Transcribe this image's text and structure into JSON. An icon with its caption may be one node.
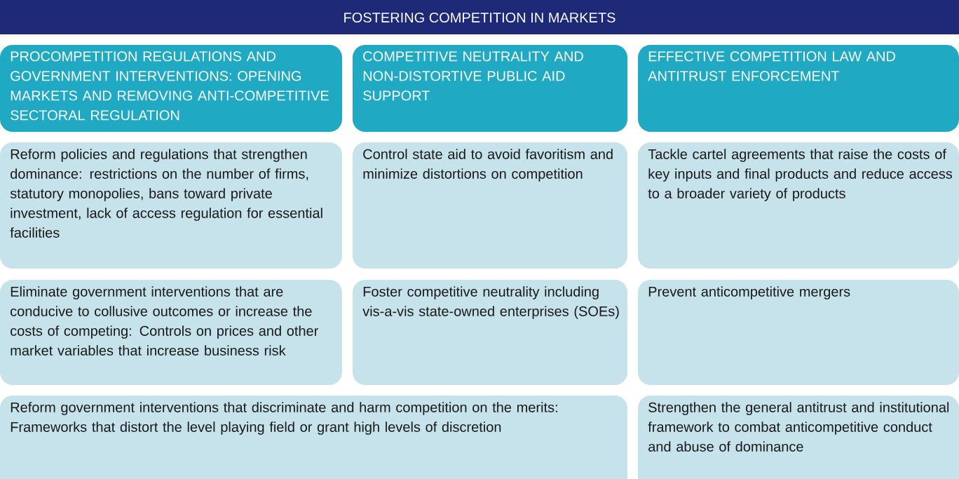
{
  "diagram": {
    "title": "FOSTERING COMPETITION IN MARKETS",
    "nodes": [
      {
        "text": [
          "PROCOMPETITION REGULATIONS AND GOVERNMENT INTERVENTIONS: OPENING MARKETS AND REMOVING ANTI-COMPETITIVE SECTORAL REGULATION"
        ]
      },
      {
        "text": [
          "COMPETITIVE NEUTRALITY AND NON-DISTORTIVE PUBLIC AID SUPPORT"
        ]
      },
      {
        "text": [
          "EFFECTIVE COMPETITION LAW AND ANTITRUST ENFORCEMENT"
        ]
      },
      {
        "text": [
          "Reform policies and regulations that strengthen dominance: restrictions on the number of firms, statutory monopolies, bans toward private investment, lack of access regulation for essential facilities"
        ]
      },
      {
        "text": [
          "Control state aid to avoid favoritism and minimize distortions on competition"
        ]
      },
      {
        "text": [
          "Tackle cartel agreements that raise the costs of key inputs and final products and reduce access to a broader variety of products"
        ]
      },
      {
        "text": [
          "Eliminate government interventions that are conducive to collusive outcomes or increase the costs of competing: Controls on prices and other market variables that increase business risk"
        ]
      },
      {
        "text": [
          "Foster competitive neutrality including vis-a-vis state-owned enterprises (SOEs)"
        ]
      },
      {
        "text": [
          "Prevent anticompetitive mergers"
        ]
      },
      {
        "text": [
          "Reform government interventions that discriminate and harm competition on the merits: Frameworks that distort the level playing field or grant high levels of discretion"
        ]
      },
      {
        "text": [
          "Strengthen the general antitrust and institutional framework to combat anticompetitive conduct and abuse of dominance"
        ]
      }
    ],
    "edges": []
  }
}
